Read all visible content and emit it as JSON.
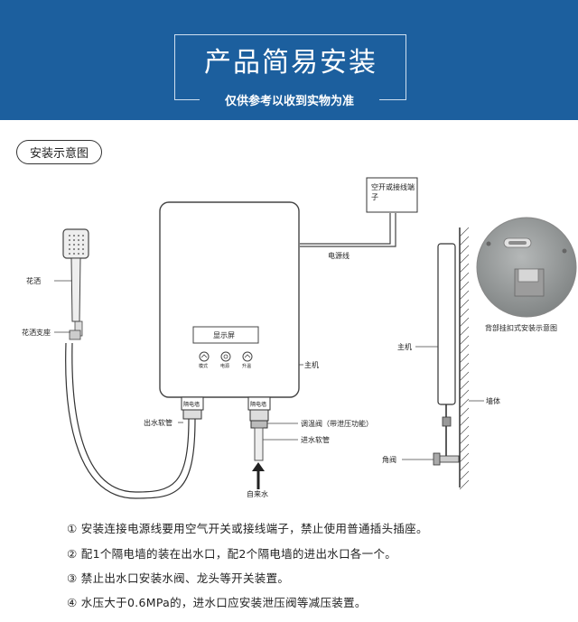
{
  "banner": {
    "title": "产品简易安装",
    "subtitle": "仅供参考以收到实物为准",
    "bg_color": "#1c5f9e"
  },
  "section_title": "安装示意图",
  "labels": {
    "breaker": "空开或接线端子",
    "power_line": "电源线",
    "display": "显示屏",
    "btn1": "模式",
    "btn2": "电源",
    "btn3": "升温",
    "main_unit": "主机",
    "barrier_left": "隔电墙",
    "barrier_right": "隔电墙",
    "outlet_hose": "出水软管",
    "valve": "调温阀（带泄压功能）",
    "inlet_hose": "进水软管",
    "tap_water": "自来水",
    "shower": "花洒",
    "shower_holder": "花洒支座",
    "main_unit_side": "主机",
    "wall": "墙体",
    "angle_valve": "角阀",
    "mount_diagram": "背部挂扣式安装示意图"
  },
  "notes": [
    "① 安装连接电源线要用空气开关或接线端子，禁止使用普通插头插座。",
    "② 配1个隔电墙的装在出水口，配2个隔电墙的进出水口各一个。",
    "③ 禁止出水口安装水阀、龙头等开关装置。",
    "④ 水压大于0.6MPa的，进水口应安装泄压阀等减压装置。"
  ]
}
